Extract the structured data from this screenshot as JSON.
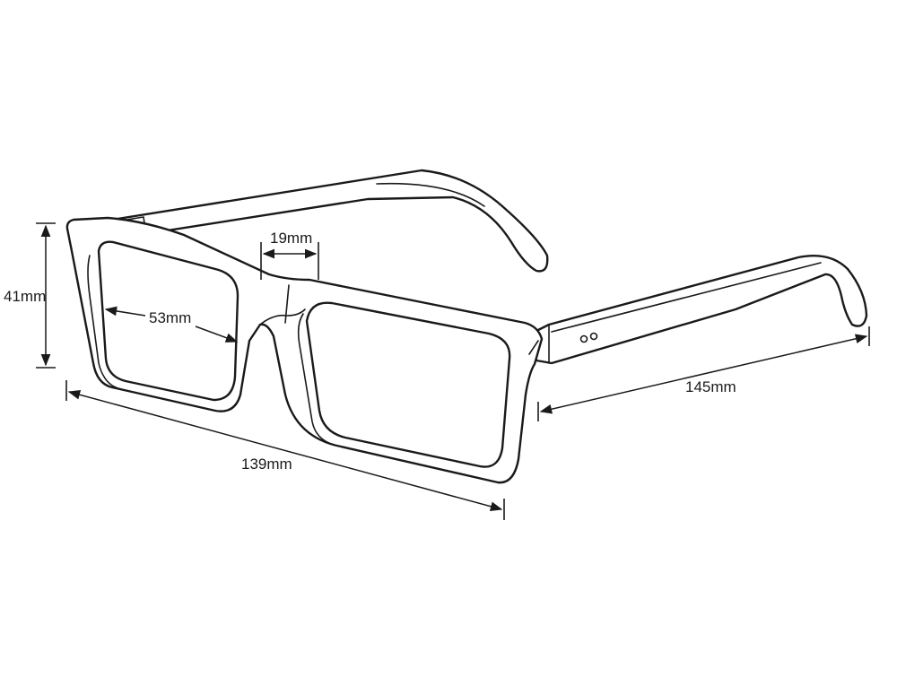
{
  "dimensions": {
    "height": "41mm",
    "lens_width": "53mm",
    "bridge": "19mm",
    "frame_width": "139mm",
    "temple_length": "145mm"
  },
  "colors": {
    "line": "#1a1a1a",
    "background": "#ffffff"
  }
}
